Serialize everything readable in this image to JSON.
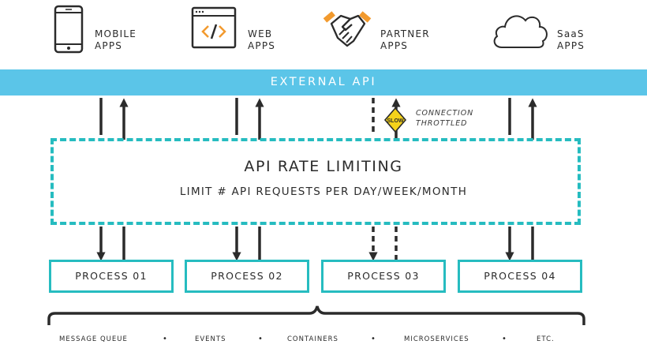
{
  "apps": [
    {
      "line1": "MOBILE",
      "line2": "APPS",
      "icon": "mobile-phone-icon"
    },
    {
      "line1": "WEB",
      "line2": "APPS",
      "icon": "browser-code-icon"
    },
    {
      "line1": "PARTNER",
      "line2": "APPS",
      "icon": "handshake-icon"
    },
    {
      "line1": "SaaS",
      "line2": "APPS",
      "icon": "cloud-icon"
    }
  ],
  "external_api": "EXTERNAL API",
  "throttle_note": {
    "line1": "CONNECTION",
    "line2": "THROTTLED",
    "sign": "SLOW"
  },
  "rate_limiting": {
    "title": "API RATE LIMITING",
    "subtitle": "LIMIT # API REQUESTS PER DAY/WEEK/MONTH"
  },
  "processes": [
    "PROCESS 01",
    "PROCESS 02",
    "PROCESS 03",
    "PROCESS 04"
  ],
  "bottom_items": [
    "MESSAGE QUEUE",
    "EVENTS",
    "CONTAINERS",
    "MICROSERVICES",
    "ETC."
  ],
  "bullet": "•",
  "colors": {
    "api_bar": "#5bc5e8",
    "teal": "#26bcc0",
    "dark": "#2b2b2b",
    "handshake_orange": "#f29a2e",
    "slow_sign": "#f4d21a"
  }
}
